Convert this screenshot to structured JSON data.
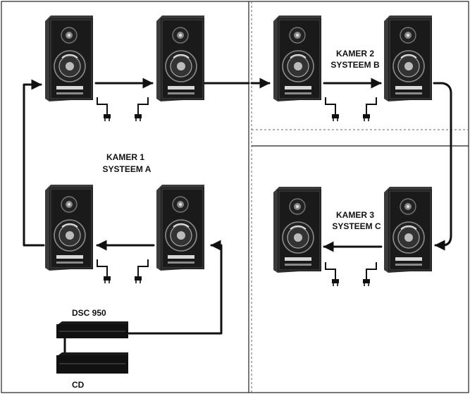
{
  "rooms": [
    {
      "name": "KAMER 1",
      "system": "SYSTEEM A"
    },
    {
      "name": "KAMER 2",
      "system": "SYSTEEM B"
    },
    {
      "name": "KAMER 3",
      "system": "SYSTEEM C"
    }
  ],
  "devices": {
    "top": "DSC 950",
    "bottom": "CD"
  },
  "colors": {
    "ink": "#111111",
    "cabinet_dark": "#1a1a1a",
    "cabinet_side": "#3a3a3a",
    "background": "#ffffff"
  },
  "icons": [
    "speaker-icon",
    "power-plug-icon",
    "arrow-icon"
  ]
}
